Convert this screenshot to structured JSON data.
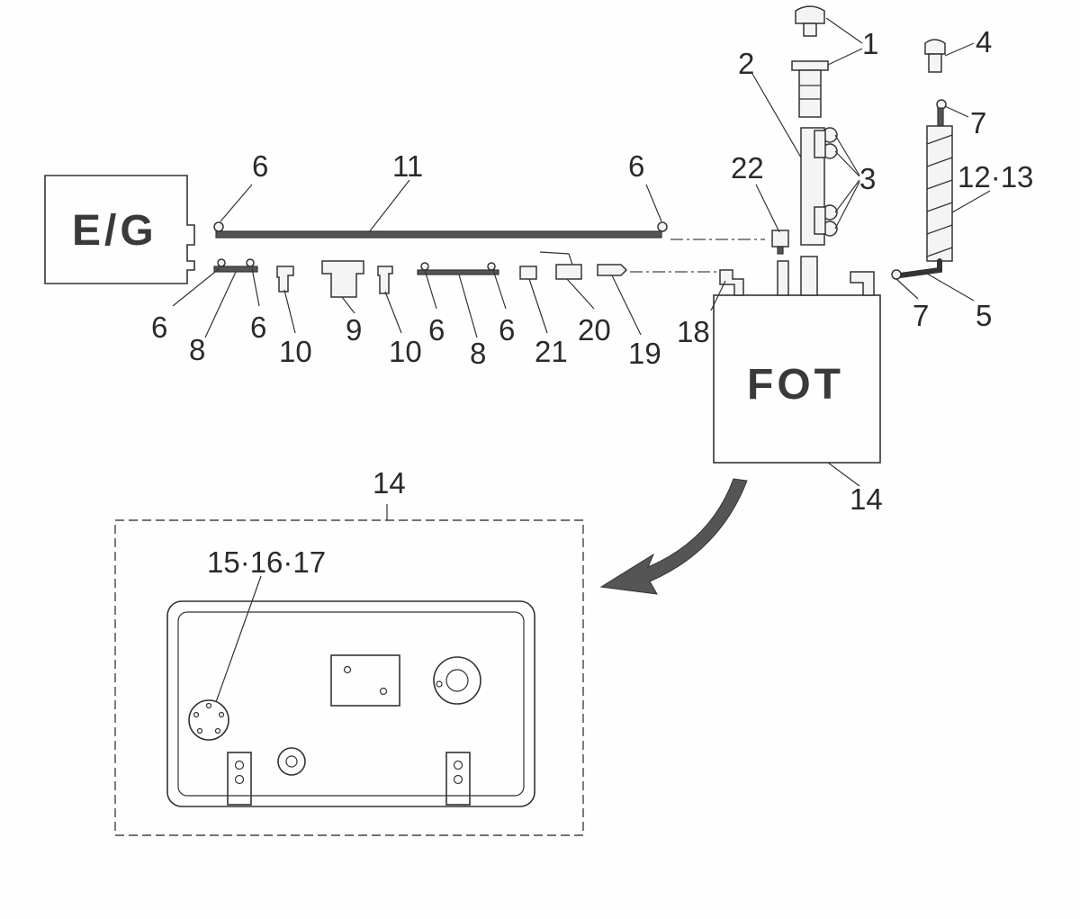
{
  "boxes": {
    "engine": "E/G",
    "tank": "FOT"
  },
  "labels": {
    "l1": "1",
    "l2": "2",
    "l3": "3",
    "l4": "4",
    "l5": "5",
    "l6a": "6",
    "l6b": "6",
    "l6c": "6",
    "l6d": "6",
    "l6e": "6",
    "l6f": "6",
    "l7a": "7",
    "l7b": "7",
    "l8a": "8",
    "l8b": "8",
    "l9": "9",
    "l10a": "10",
    "l10b": "10",
    "l11": "11",
    "l12_13": "12·13",
    "l14a": "14",
    "l14b": "14",
    "l15_16_17": "15·16·17",
    "l18": "18",
    "l19": "19",
    "l20": "20",
    "l21": "21",
    "l22": "22"
  }
}
